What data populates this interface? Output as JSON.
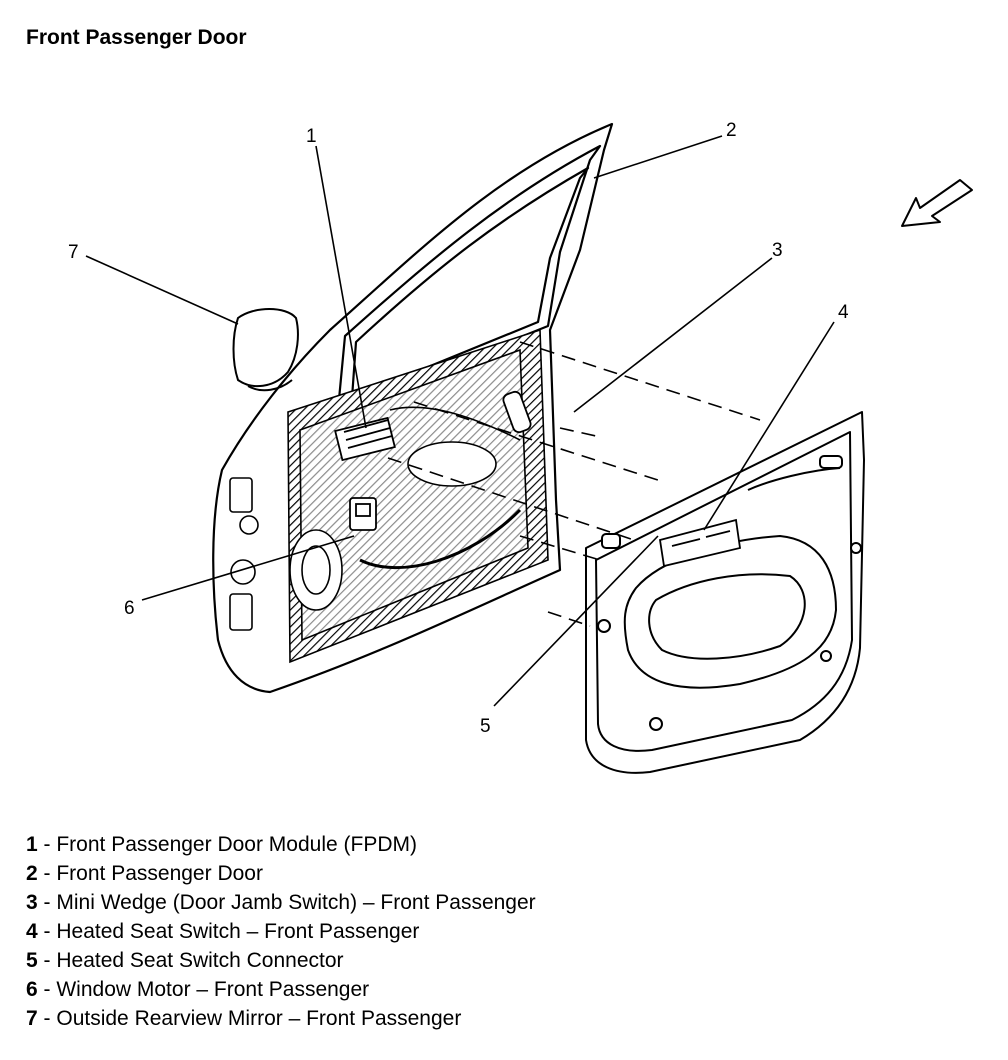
{
  "title": "Front Passenger Door",
  "callouts": [
    "1",
    "2",
    "3",
    "4",
    "5",
    "6",
    "7"
  ],
  "legend": [
    {
      "num": "1",
      "sep": " - ",
      "text": "Front Passenger Door Module (FPDM)"
    },
    {
      "num": "2",
      "sep": " - ",
      "text": "Front Passenger Door"
    },
    {
      "num": "3",
      "sep": " - ",
      "text": "Mini Wedge (Door Jamb Switch) – Front Passenger"
    },
    {
      "num": "4",
      "sep": " - ",
      "text": "Heated Seat Switch – Front Passenger"
    },
    {
      "num": "5",
      "sep": " - ",
      "text": "Heated Seat Switch Connector"
    },
    {
      "num": "6",
      "sep": " - ",
      "text": "Window Motor – Front Passenger"
    },
    {
      "num": "7",
      "sep": " - ",
      "text": "Outside Rearview Mirror – Front Passenger"
    }
  ]
}
